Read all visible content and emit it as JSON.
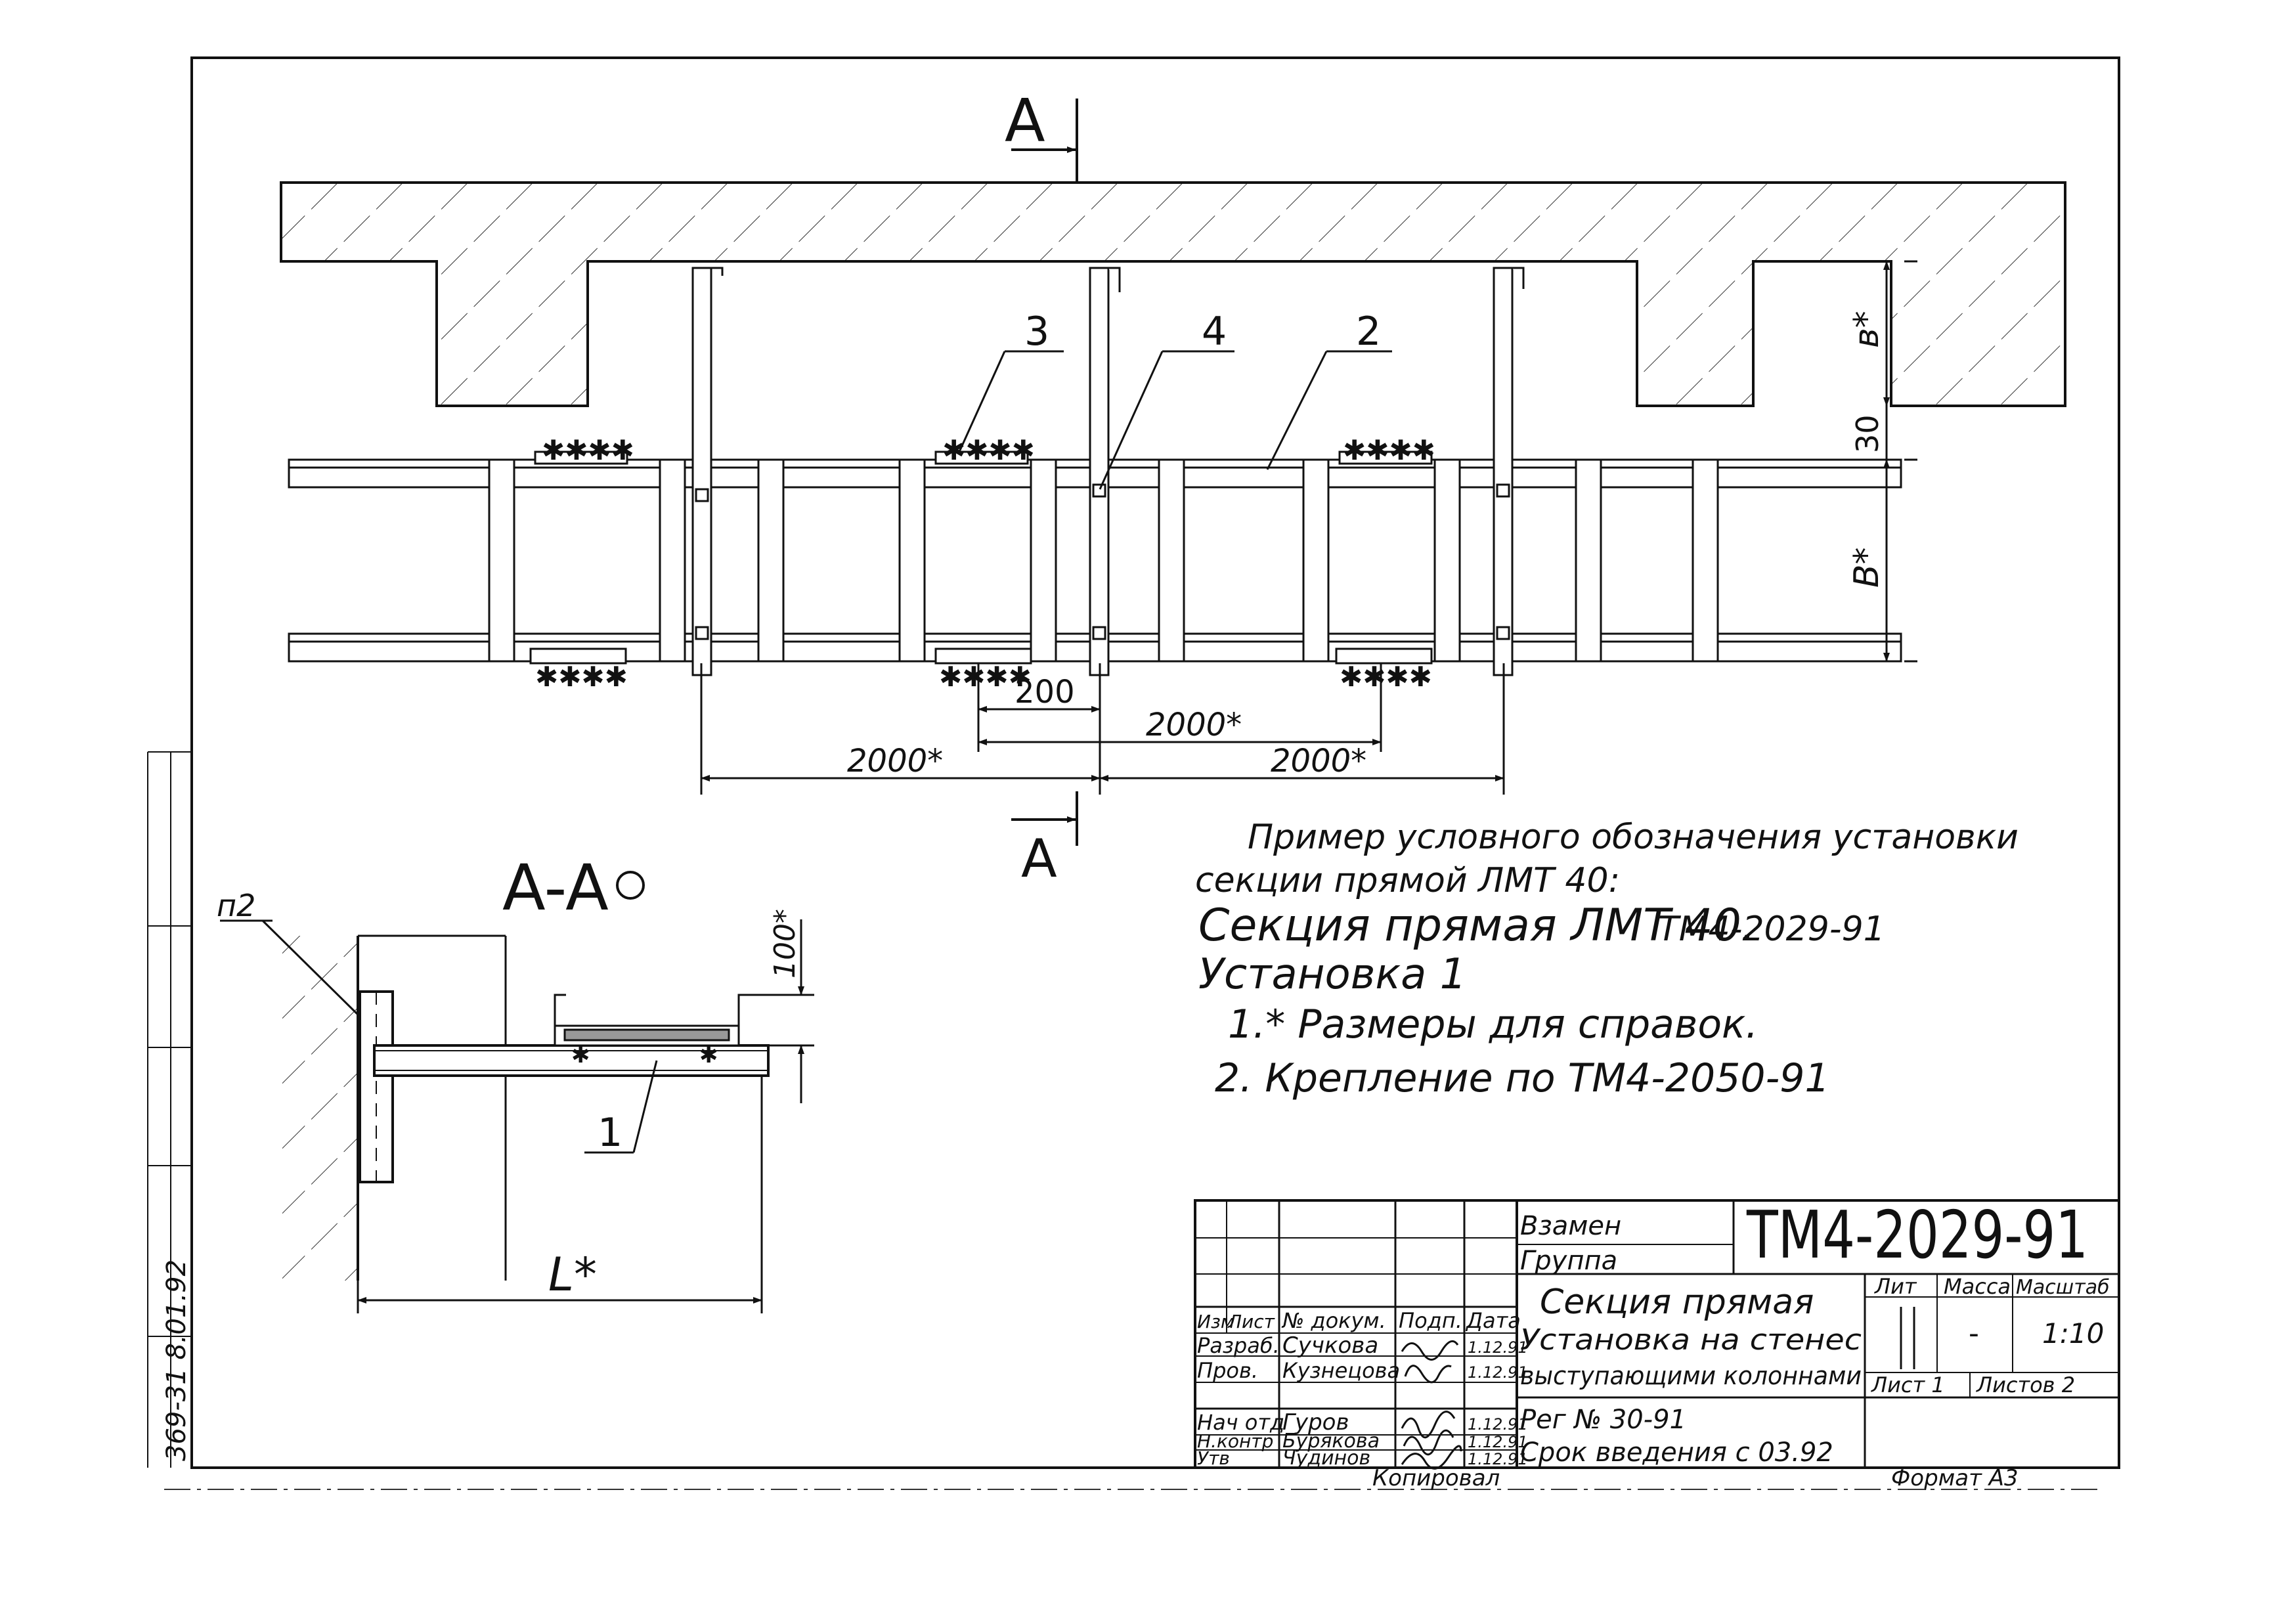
{
  "section_marks": {
    "top": "A",
    "bottom": "A"
  },
  "section_title": "A-A",
  "leaders": {
    "n3": "3",
    "n4": "4",
    "n2": "2",
    "n1": "1",
    "p2": "п2"
  },
  "dims": {
    "d200": "200",
    "d2000_mid": "2000*",
    "d2000_left": "2000*",
    "d2000_right": "2000*",
    "b_top": "в*",
    "d30": "30",
    "b_bottom": "В*",
    "d100": "100*",
    "L": "L*"
  },
  "notes": {
    "line1": "Пример условного обозначения установки",
    "line2": "секции прямой ЛМТ 40:",
    "line3": "Секция прямая ЛМТ 40.",
    "line3_doc": "ТМ4-2029-91",
    "line4": "Установка 1",
    "item1": "1.* Размеры для справок.",
    "item2": "2. Крепление по ТМ4-2050-91"
  },
  "side_stamp": "369-31 8.01.92",
  "title_block": {
    "vzamen": "Взамен",
    "gruppa": "Группа",
    "doc_code": "ТМ4-2029-91",
    "title1": "Секция прямая",
    "title2": "Установка на стенес",
    "title3": "выступающими колоннами",
    "col_izm": "Изм",
    "col_list": "Лист",
    "col_doc": "№ докум.",
    "col_podp": "Подп.",
    "col_data": "Дата",
    "role_razrab": "Разраб.",
    "name_razrab": "Сучкова",
    "date_razrab": "1.12.91",
    "role_prov": "Пров.",
    "name_prov": "Кузнецова",
    "date_prov": "1.12.91",
    "role_nach": "Нач отд",
    "name_nach": "Гуров",
    "date_nach": "1.12.91",
    "role_nkontr": "Н.контр",
    "name_nkontr": "Бурякова",
    "date_nkontr": "1.12.91",
    "role_utv": "Утв",
    "name_utv": "Чудинов",
    "date_utv": "1.12.91",
    "lit": "Лит",
    "massa": "Масса",
    "masshtab": "Масштаб",
    "massa_val": "-",
    "scale_val": "1:10",
    "list": "Лист 1",
    "listov": "Листов 2",
    "reg": "Рег № 30-91",
    "srok": "Срок введения с 03.92",
    "kopiroval": "Копировал",
    "format": "Формат А3"
  }
}
